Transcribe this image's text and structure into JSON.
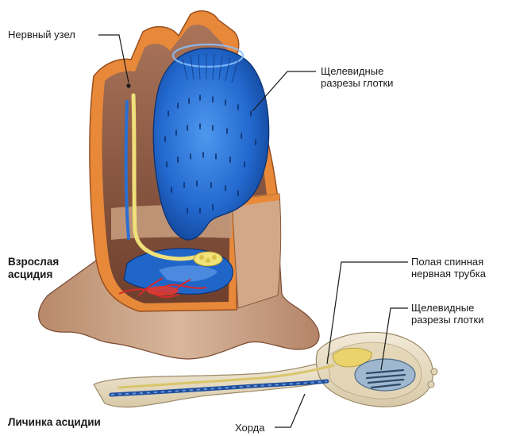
{
  "labels": {
    "nerve_ganglion": "Нервный узел",
    "adult_slits_line1": "Щелевидные",
    "adult_slits_line2": "разрезы глотки",
    "adult_title_line1": "Взрослая",
    "adult_title_line2": "асцидия",
    "nerve_tube_line1": "Полая спинная",
    "nerve_tube_line2": "нервная трубка",
    "larva_slits_line1": "Щелевидные",
    "larva_slits_line2": "разрезы глотки",
    "larva_title": "Личинка асцидии",
    "notochord": "Хорда"
  },
  "colors": {
    "tunic": "#c9a58a",
    "tunic_dark": "#8a5a40",
    "body_wall": "#e8893a",
    "pharynx": "#1f63c6",
    "pharynx_light": "#3d86e0",
    "nerve_cord": "#efe07a",
    "blood": "#d42a2a",
    "notochord": "#1f4f9e",
    "larva_body": "#e9dfca"
  }
}
